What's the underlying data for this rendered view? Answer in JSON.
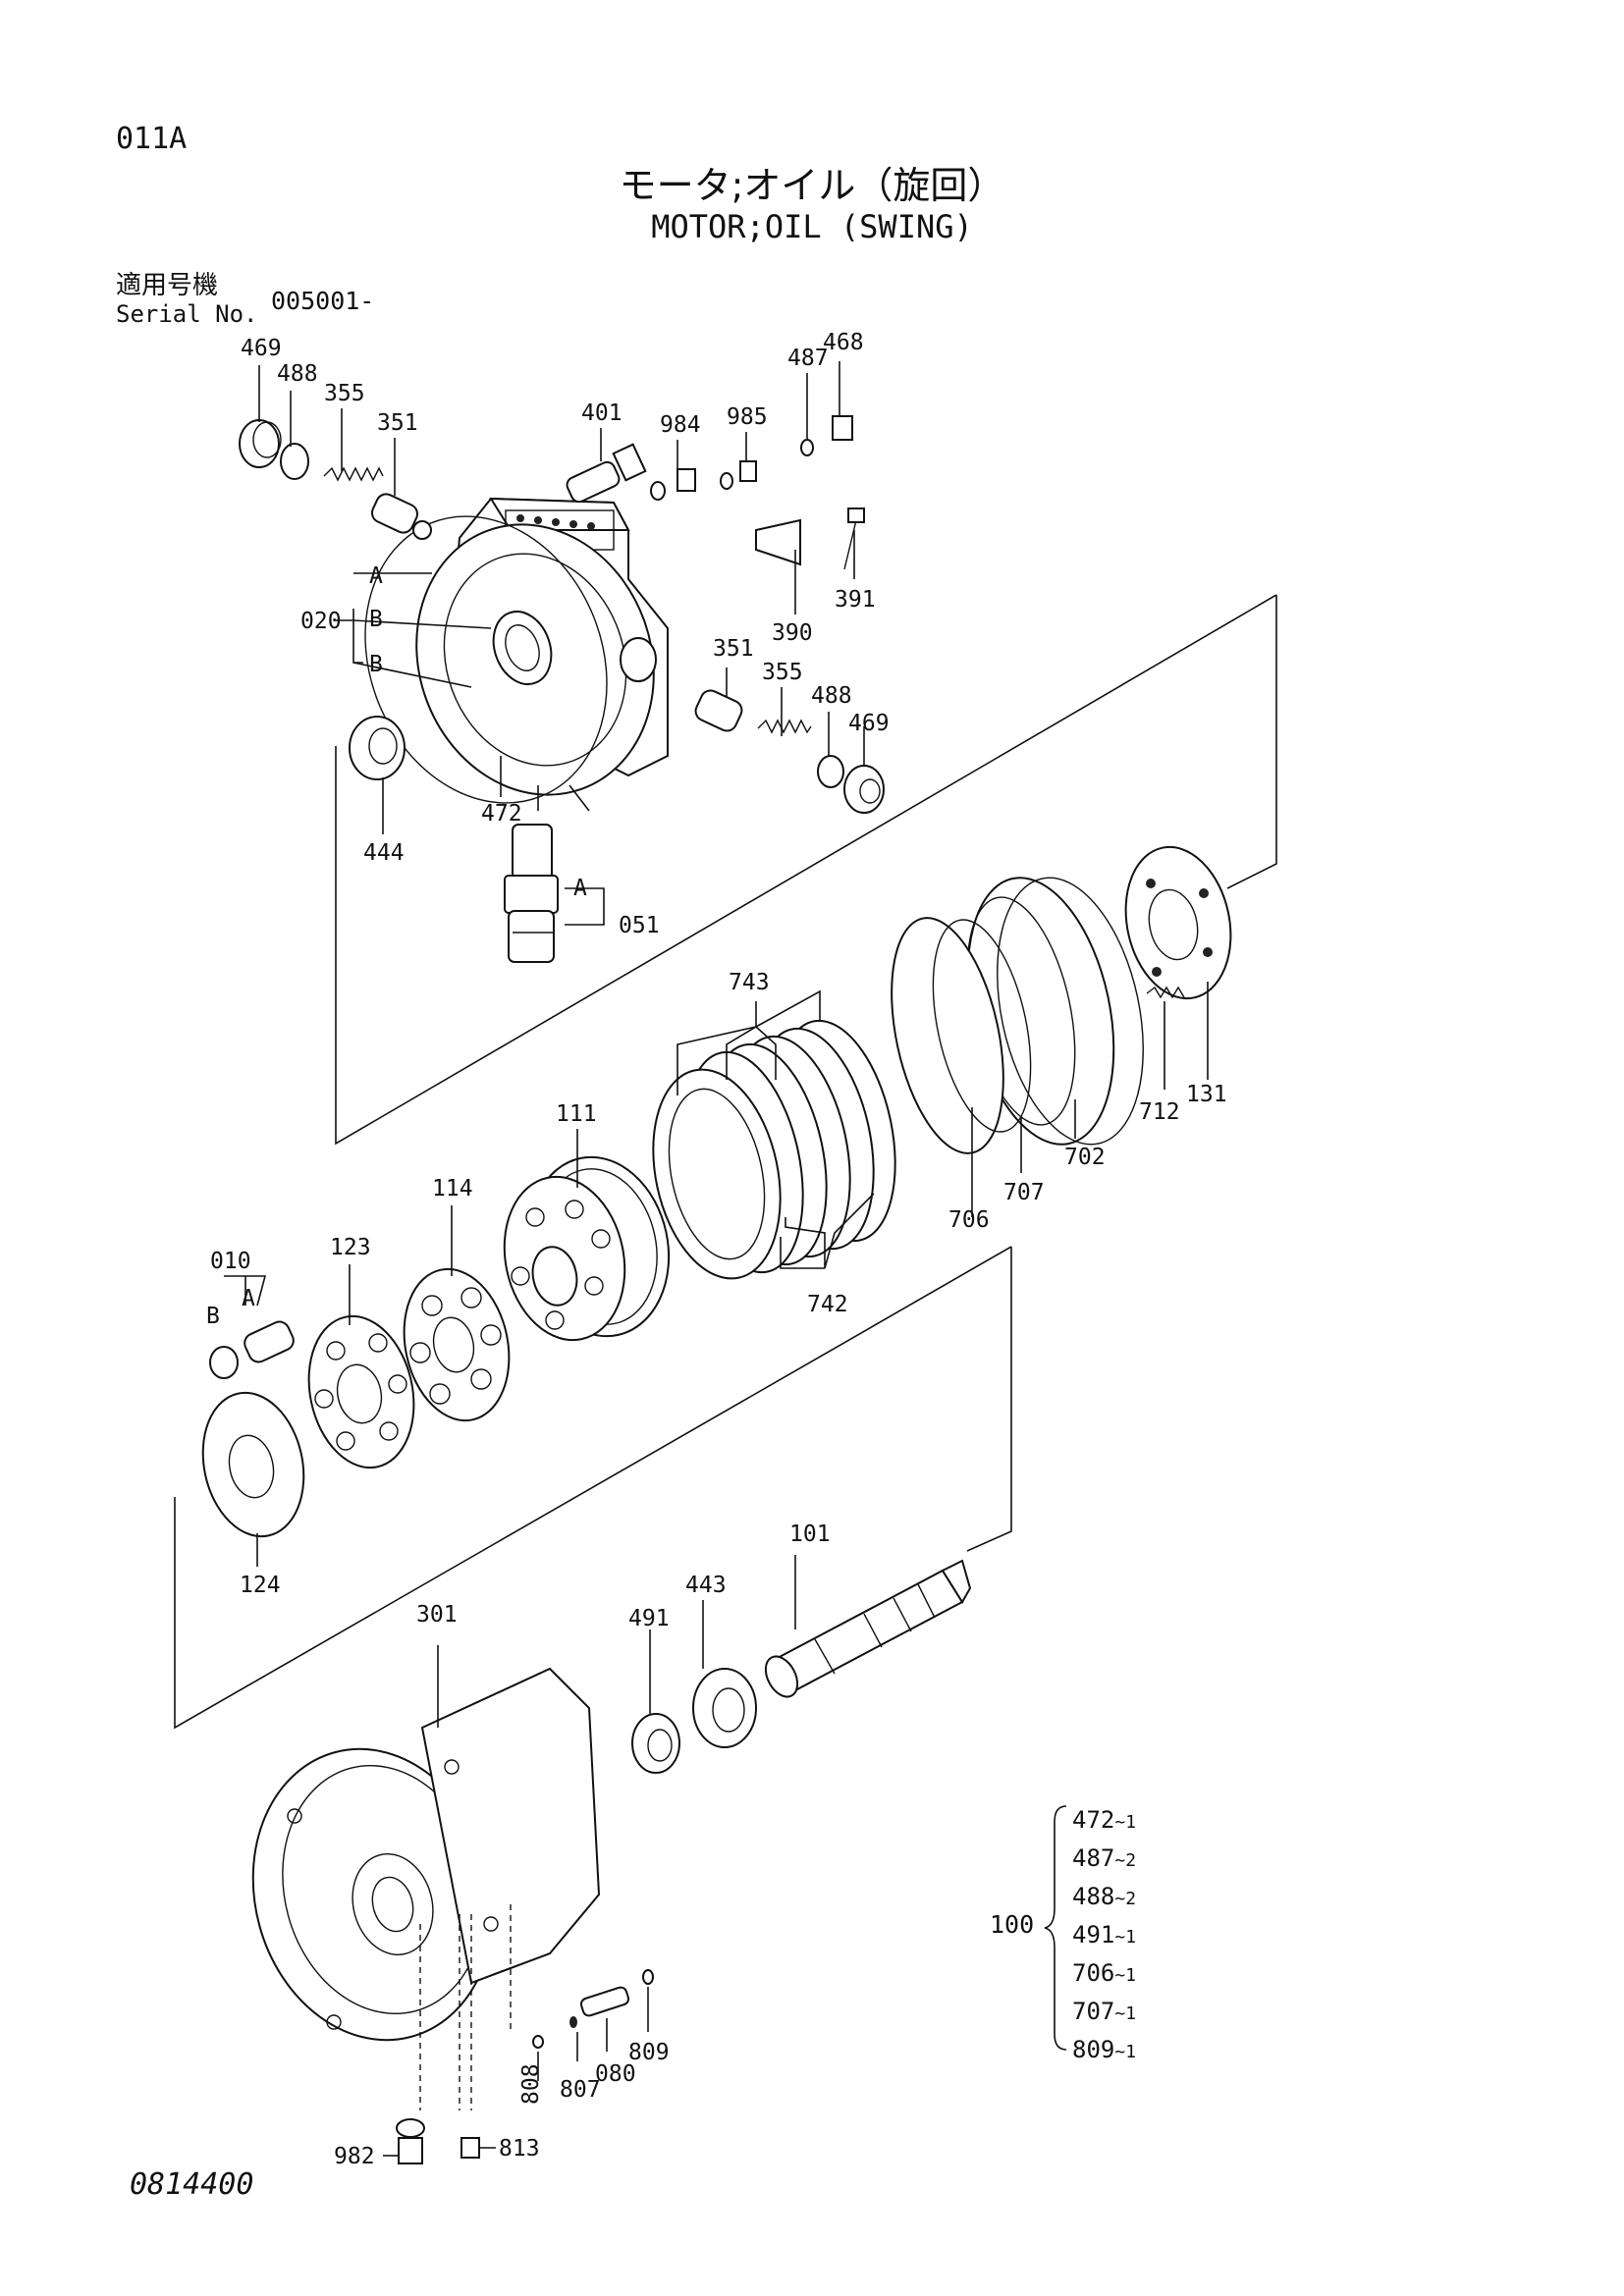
{
  "header": {
    "page_code": "011A",
    "title_jp": "モータ;オイル（旋回）",
    "title_en": "MOTOR;OIL (SWING)",
    "serial_label_jp": "適用号機",
    "serial_label_en": "Serial No.",
    "serial_value": "005001-"
  },
  "callouts": {
    "c469a": "469",
    "c488a": "488",
    "c355a": "355",
    "c351a": "351",
    "c401": "401",
    "c984": "984",
    "c985": "985",
    "c487": "487",
    "c468": "468",
    "c391": "391",
    "c390": "390",
    "c351b": "351",
    "c355b": "355",
    "c488b": "488",
    "c469b": "469",
    "c020": "020",
    "cA1": "A",
    "cB1": "B",
    "cB2": "B",
    "c472": "472",
    "c444": "444",
    "cA2": "A",
    "c051": "051",
    "c743": "743",
    "c111": "111",
    "c114": "114",
    "c742": "742",
    "c706": "706",
    "c707": "707",
    "c702": "702",
    "c712": "712",
    "c131": "131",
    "c010": "010",
    "cB3": "B",
    "cA3": "A",
    "c123": "123",
    "c124": "124",
    "c101": "101",
    "c443": "443",
    "c491": "491",
    "c301": "301",
    "c808": "808",
    "c807": "807",
    "c080": "080",
    "c809": "809",
    "c982": "982",
    "c813": "813"
  },
  "kit": {
    "label": "100",
    "items": [
      {
        "part": "472",
        "qty": "~1"
      },
      {
        "part": "487",
        "qty": "~2"
      },
      {
        "part": "488",
        "qty": "~2"
      },
      {
        "part": "491",
        "qty": "~1"
      },
      {
        "part": "706",
        "qty": "~1"
      },
      {
        "part": "707",
        "qty": "~1"
      },
      {
        "part": "809",
        "qty": "~1"
      }
    ]
  },
  "footer": {
    "drawing_number": "0814400"
  }
}
